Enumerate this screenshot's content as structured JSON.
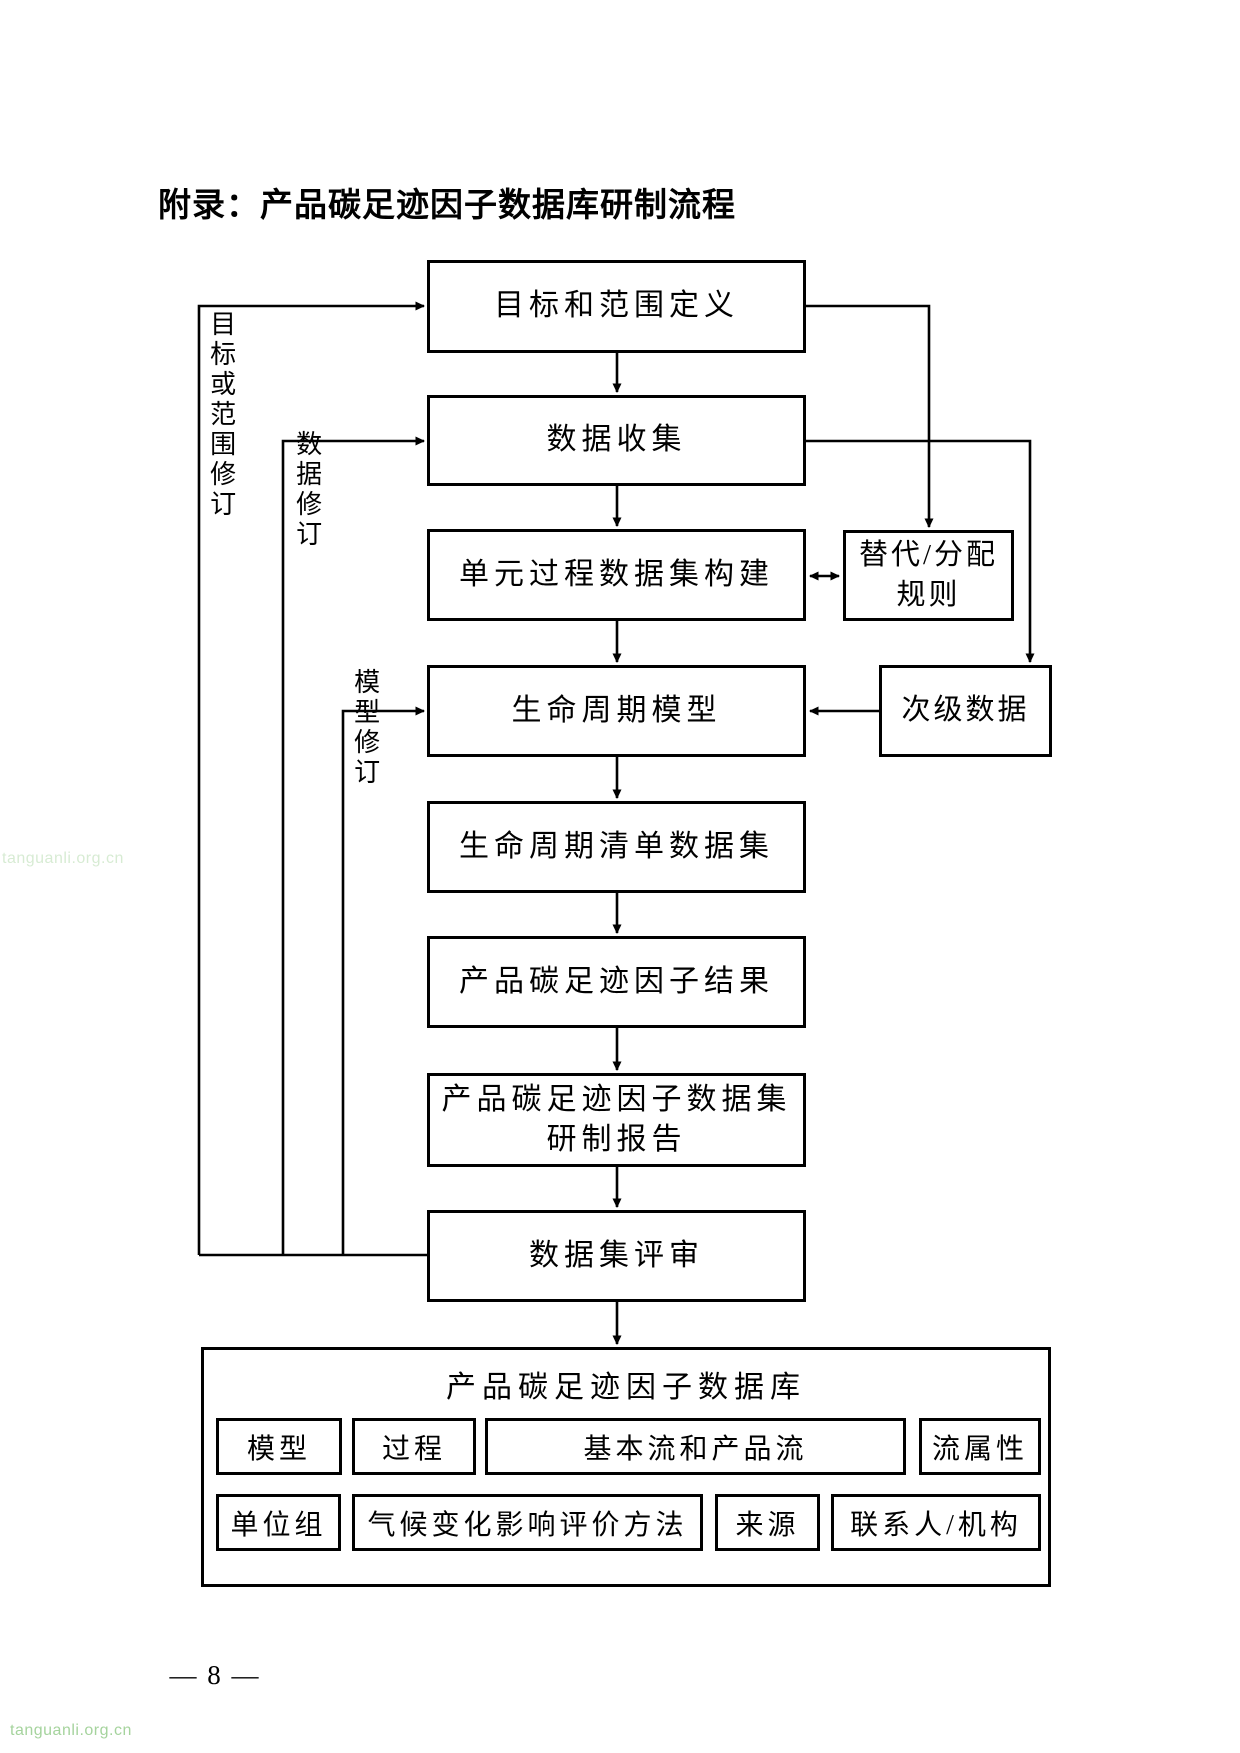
{
  "page": {
    "title": "附录：产品碳足迹因子数据库研制流程",
    "page_number": "— 8 —",
    "watermark": "tanguanli.org.cn"
  },
  "flow": {
    "steps": [
      {
        "label": "目标和范围定义"
      },
      {
        "label": "数据收集"
      },
      {
        "label": "单元过程数据集构建"
      },
      {
        "label": "生命周期模型"
      },
      {
        "label": "生命周期清单数据集"
      },
      {
        "label": "产品碳足迹因子结果"
      },
      {
        "label": "产品碳足迹因子数据集\n研制报告"
      },
      {
        "label": "数据集评审"
      }
    ],
    "side": {
      "alloc_rules": "替代/分配\n规则",
      "secondary_data": "次级数据"
    },
    "feedback": {
      "goal_scope_revision": "目标或范围修订",
      "data_revision": "数据修订",
      "model_revision": "模型修订"
    },
    "database": {
      "title": "产品碳足迹因子数据库",
      "row1": [
        "模型",
        "过程",
        "基本流和产品流",
        "流属性"
      ],
      "row2": [
        "单位组",
        "气候变化影响评价方法",
        "来源",
        "联系人/机构"
      ]
    }
  }
}
